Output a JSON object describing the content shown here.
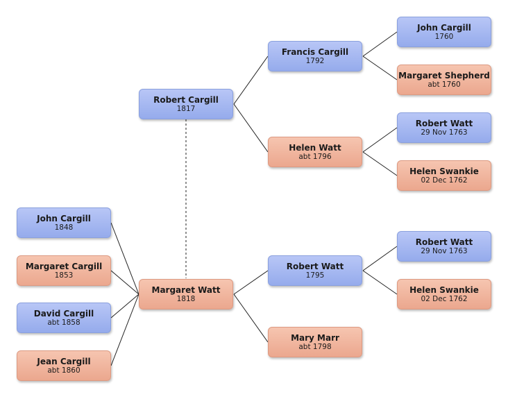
{
  "people": {
    "robert_cargill": {
      "name": "Robert Cargill",
      "date": "1817"
    },
    "margaret_watt": {
      "name": "Margaret Watt",
      "date": "1818"
    },
    "francis_cargill": {
      "name": "Francis Cargill",
      "date": "1792"
    },
    "helen_watt": {
      "name": "Helen Watt",
      "date": "abt 1796"
    },
    "robert_watt_1795": {
      "name": "Robert Watt",
      "date": "1795"
    },
    "mary_marr": {
      "name": "Mary Marr",
      "date": "abt 1798"
    },
    "john_cargill_1760": {
      "name": "John Cargill",
      "date": "1760"
    },
    "margaret_shepherd": {
      "name": "Margaret Shepherd",
      "date": "abt 1760"
    },
    "robert_watt_1763_a": {
      "name": "Robert Watt",
      "date": "29 Nov 1763"
    },
    "helen_swankie_a": {
      "name": "Helen Swankie",
      "date": "02 Dec 1762"
    },
    "robert_watt_1763_b": {
      "name": "Robert Watt",
      "date": "29 Nov 1763"
    },
    "helen_swankie_b": {
      "name": "Helen Swankie",
      "date": "02 Dec 1762"
    },
    "john_cargill_1848": {
      "name": "John Cargill",
      "date": "1848"
    },
    "margaret_cargill": {
      "name": "Margaret Cargill",
      "date": "1853"
    },
    "david_cargill": {
      "name": "David Cargill",
      "date": "abt 1858"
    },
    "jean_cargill": {
      "name": "Jean Cargill",
      "date": "abt 1860"
    }
  },
  "colors": {
    "male": "#a5b8f0",
    "female": "#f0b69f",
    "line": "#222222",
    "marriage_line": "#555555"
  }
}
